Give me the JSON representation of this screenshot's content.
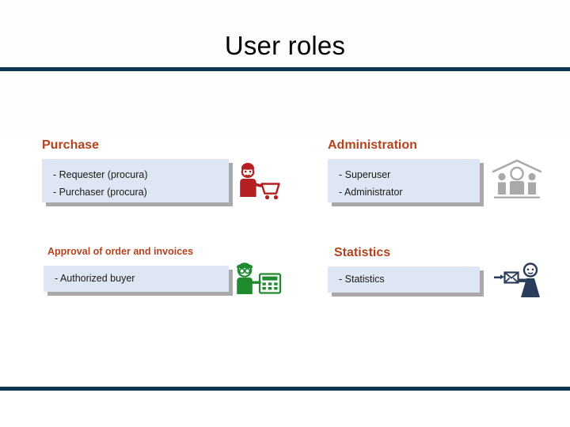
{
  "slide": {
    "title": "User roles",
    "accent_color": "#0c3550",
    "heading_color": "#b4421c",
    "box_color": "#dde6f2",
    "box_shadow_color": "#a9a9a9"
  },
  "groups": [
    {
      "id": "purchase",
      "heading": "Purchase",
      "items": [
        "- Requester (procura)",
        "- Purchaser (procura)"
      ],
      "icon": "shopper-with-cart-icon",
      "icon_color": "#b51f1f"
    },
    {
      "id": "administration",
      "heading": "Administration",
      "items": [
        "- Superuser",
        "- Administrator"
      ],
      "icon": "people-under-roof-icon",
      "icon_color": "#a9a9a9"
    },
    {
      "id": "approval",
      "heading": "Approval of order and invoices",
      "items": [
        "- Authorized buyer"
      ],
      "icon": "accountant-with-calculator-icon",
      "icon_color": "#1f8a2e"
    },
    {
      "id": "statistics",
      "heading": "Statistics",
      "items": [
        "- Statistics"
      ],
      "icon": "person-sending-envelope-icon",
      "icon_color": "#2b3c5a"
    }
  ]
}
